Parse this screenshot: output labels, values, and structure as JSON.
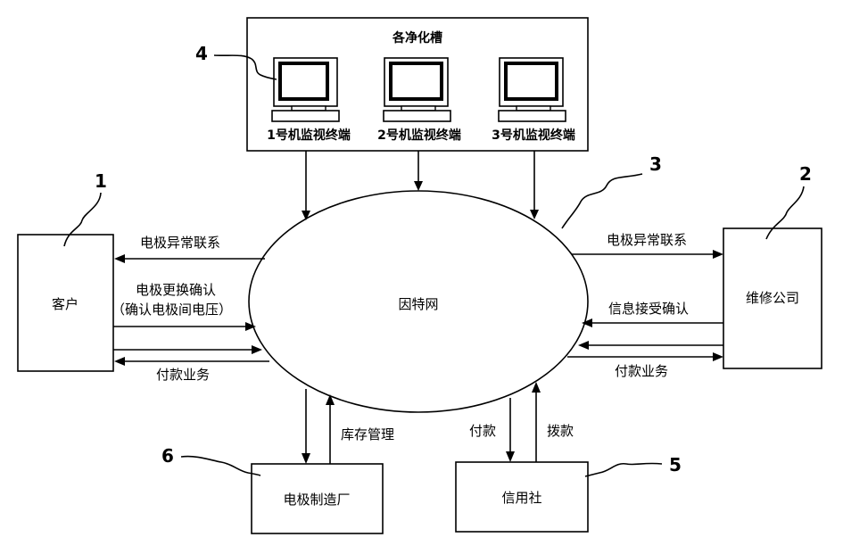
{
  "panel": {
    "title": "各净化槽",
    "monitors": [
      "1号机监视终端",
      "2号机监视终端",
      "3号机监视终端"
    ]
  },
  "nodes": {
    "customer": "客户",
    "internet": "因特网",
    "repair": "维修公司",
    "factory": "电极制造厂",
    "credit": "信用社"
  },
  "numbers": [
    "1",
    "2",
    "3",
    "4",
    "5",
    "6"
  ],
  "edges": {
    "left_abnormal": "电极异常联系",
    "left_confirm_1": "电极更换确认",
    "left_confirm_2": "（确认电极间电压）",
    "left_payment": "付款业务",
    "right_abnormal": "电极异常联系",
    "right_ack": "信息接受确认",
    "right_payment": "付款业务",
    "inventory": "库存管理",
    "pay": "付款",
    "transfer": "拨款"
  }
}
